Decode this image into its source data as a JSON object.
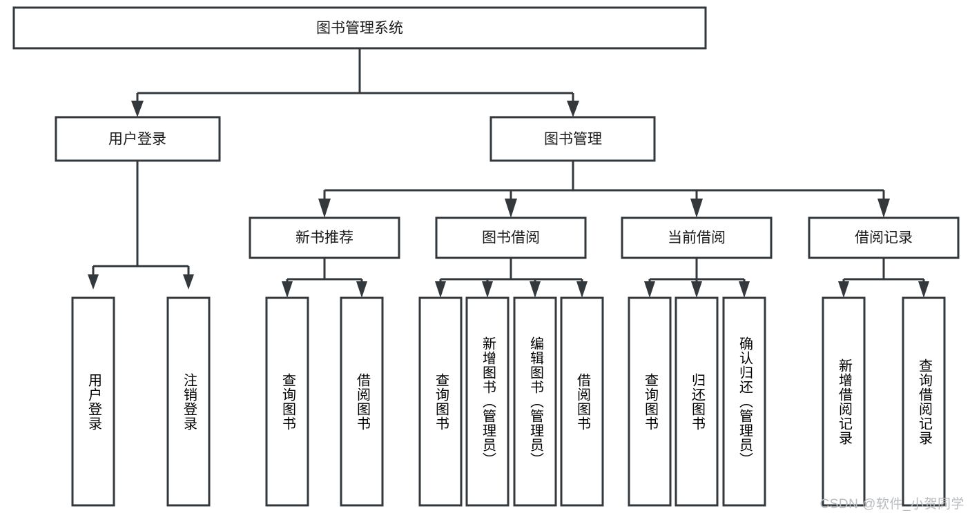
{
  "diagram": {
    "type": "tree-hierarchy",
    "title": "图书管理系统",
    "root": {
      "label": "图书管理系统",
      "children": [
        {
          "label": "用户登录",
          "children": [
            {
              "label": "用户登录"
            },
            {
              "label": "注销登录"
            }
          ]
        },
        {
          "label": "图书管理",
          "children": [
            {
              "label": "新书推荐",
              "children": [
                {
                  "label": "查询图书"
                },
                {
                  "label": "借阅图书"
                }
              ]
            },
            {
              "label": "图书借阅",
              "children": [
                {
                  "label": "查询图书"
                },
                {
                  "label": "新增图书（管理员）"
                },
                {
                  "label": "编辑图书（管理员）"
                },
                {
                  "label": "借阅图书"
                }
              ]
            },
            {
              "label": "当前借阅",
              "children": [
                {
                  "label": "查询图书"
                },
                {
                  "label": "归还图书"
                },
                {
                  "label": "确认归还（管理员）"
                }
              ]
            },
            {
              "label": "借阅记录",
              "children": [
                {
                  "label": "新增借阅记录"
                },
                {
                  "label": "查询借阅记录"
                }
              ]
            }
          ]
        }
      ]
    },
    "nodes": {
      "root": "图书管理系统",
      "l2_user_login": "用户登录",
      "l2_book_mgmt": "图书管理",
      "l3_new_book_rec": "新书推荐",
      "l3_book_borrow": "图书借阅",
      "l3_current_borrow": "当前借阅",
      "l3_borrow_record": "借阅记录",
      "leaf_user_login": "用户登录",
      "leaf_logout": "注销登录",
      "leaf_query_book_a": "查询图书",
      "leaf_borrow_book_a": "借阅图书",
      "leaf_query_book_b": "查询图书",
      "leaf_add_book_admin": "新增图书（管理员）",
      "leaf_edit_book_admin": "编辑图书（管理员）",
      "leaf_borrow_book_b": "借阅图书",
      "leaf_query_book_c": "查询图书",
      "leaf_return_book": "归还图书",
      "leaf_confirm_return_admin": "确认归还（管理员）",
      "leaf_add_record": "新增借阅记录",
      "leaf_query_record": "查询借阅记录"
    },
    "colors": {
      "stroke": "#33383d",
      "fill": "#ffffff",
      "text": "#1a1a1a",
      "watermark": "#b9bcbf",
      "background": "#ffffff"
    }
  },
  "watermark": {
    "text": "CSDN @软件_小贺同学"
  }
}
